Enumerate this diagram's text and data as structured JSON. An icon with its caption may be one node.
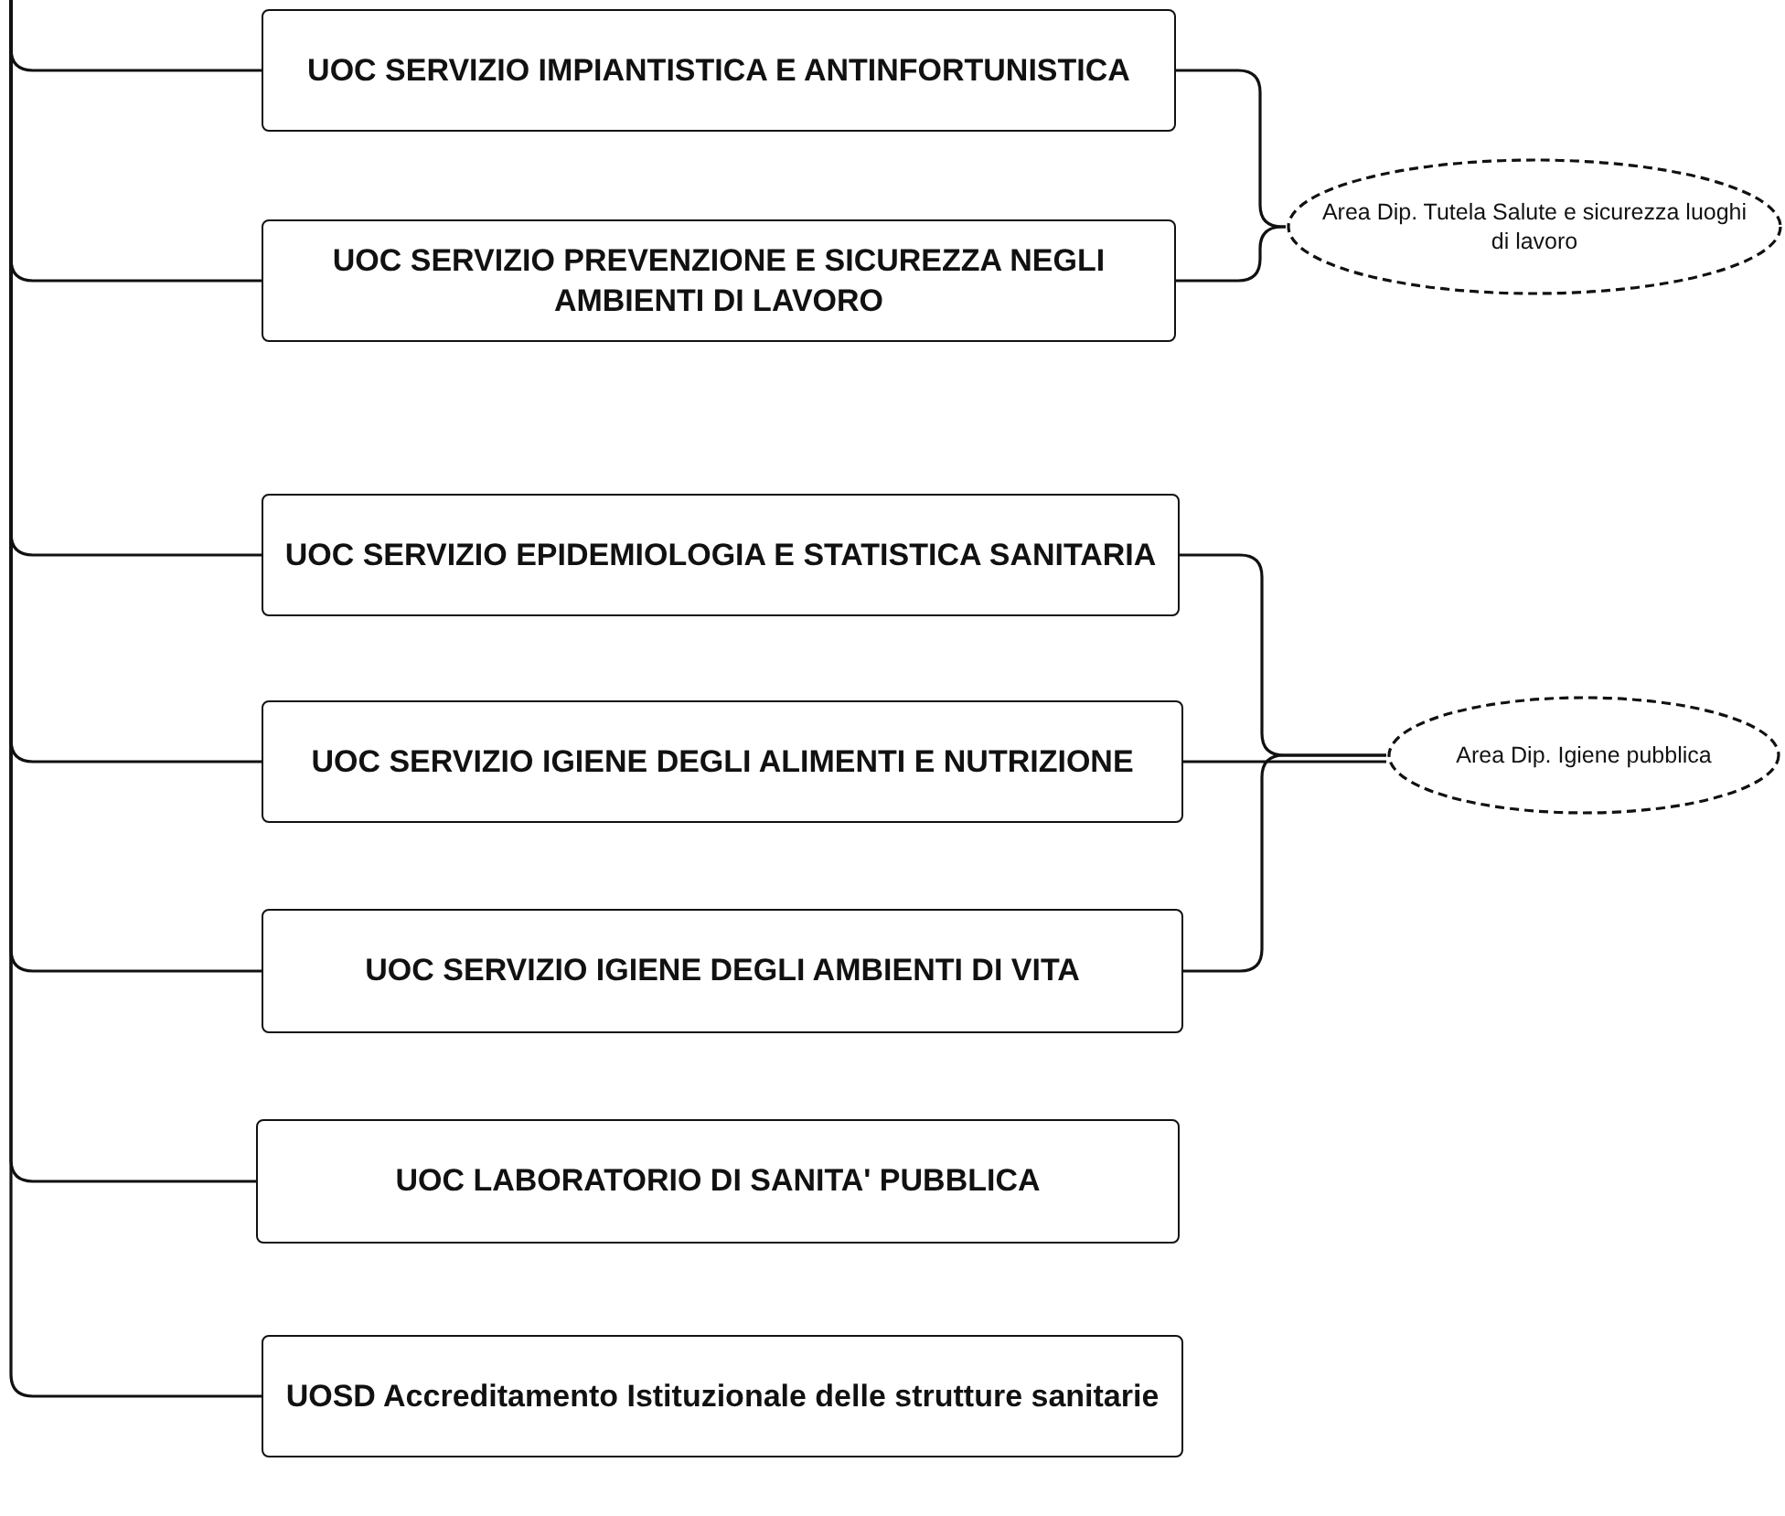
{
  "diagram": {
    "nodes": [
      {
        "text": [
          "UOC SERVIZIO IMPIANTISTICA E ANTINFORTUNISTICA"
        ]
      },
      {
        "text": [
          "UOC SERVIZIO PREVENZIONE E SICUREZZA NEGLI AMBIENTI DI LAVORO"
        ]
      },
      {
        "text": [
          "Area Dip. Tutela Salute e sicurezza luoghi di lavoro"
        ]
      },
      {
        "text": [
          "UOC SERVIZIO EPIDEMIOLOGIA E STATISTICA SANITARIA"
        ]
      },
      {
        "text": [
          "UOC SERVIZIO IGIENE DEGLI ALIMENTI E NUTRIZIONE"
        ]
      },
      {
        "text": [
          "UOC SERVIZIO IGIENE DEGLI AMBIENTI DI VITA"
        ]
      },
      {
        "text": [
          "Area Dip. Igiene pubblica"
        ]
      },
      {
        "text": [
          "UOC LABORATORIO DI SANITA' PUBBLICA"
        ]
      },
      {
        "text": [
          "UOSD Accreditamento Istituzionale delle strutture sanitarie"
        ]
      }
    ],
    "edges": [
      {
        "from": null,
        "to": 0,
        "arrow": "none"
      },
      {
        "from": null,
        "to": 1,
        "arrow": "none"
      },
      {
        "from": null,
        "to": 3,
        "arrow": "none"
      },
      {
        "from": null,
        "to": 4,
        "arrow": "none"
      },
      {
        "from": null,
        "to": 5,
        "arrow": "none"
      },
      {
        "from": null,
        "to": 7,
        "arrow": "none"
      },
      {
        "from": null,
        "to": 8,
        "arrow": "none"
      },
      {
        "from": 0,
        "to": 2,
        "arrow": "none"
      },
      {
        "from": 1,
        "to": 2,
        "arrow": "none"
      },
      {
        "from": 3,
        "to": 6,
        "arrow": "none"
      },
      {
        "from": 4,
        "to": 6,
        "arrow": "none"
      },
      {
        "from": 5,
        "to": 6,
        "arrow": "none"
      }
    ]
  }
}
